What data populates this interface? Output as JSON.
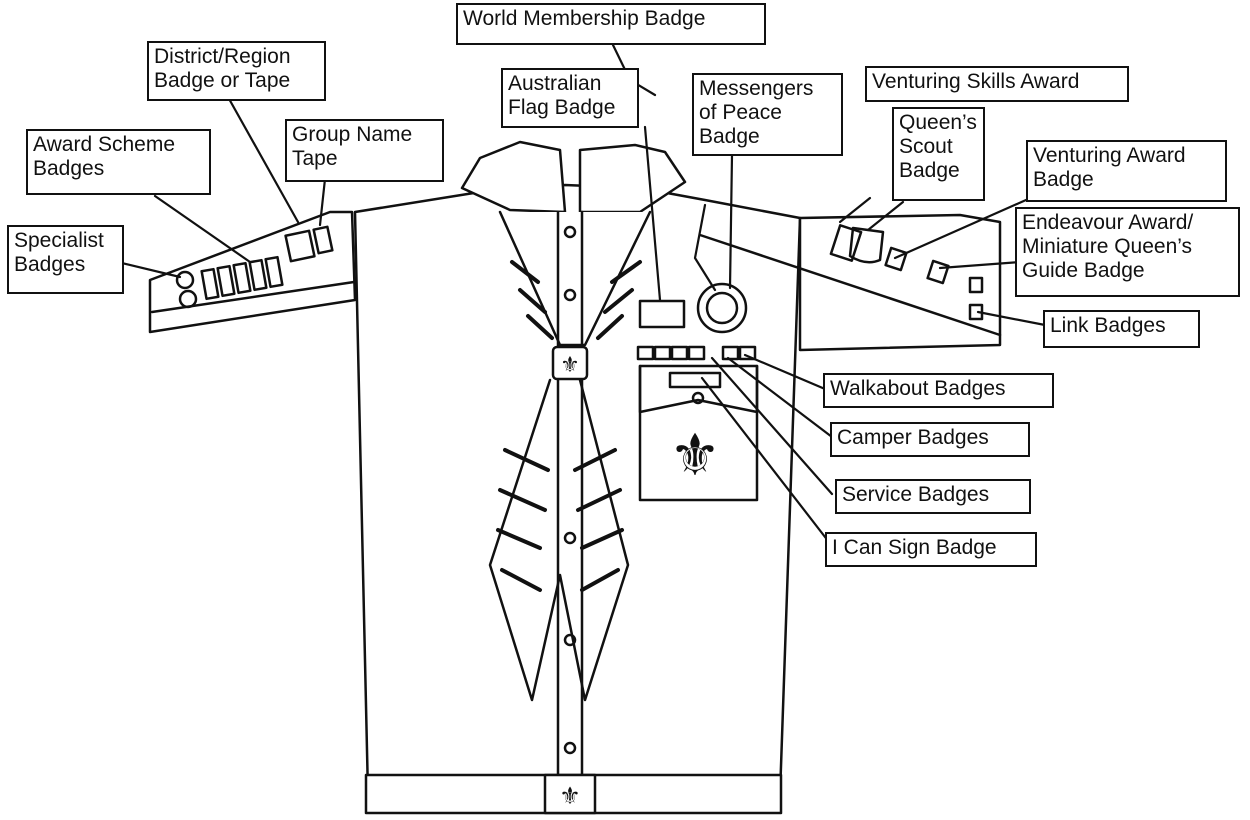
{
  "labels": {
    "world_membership": "World Membership Badge",
    "district_region": "District/Region\nBadge or Tape",
    "australian_flag": "Australian\nFlag Badge",
    "messengers_of_peace": "Messengers\nof Peace\nBadge",
    "venturing_skills": "Venturing Skills Award",
    "award_scheme": "Award Scheme\nBadges",
    "group_name_tape": "Group Name\nTape",
    "queens_scout": "Queen’s\nScout\nBadge",
    "venturing_award": "Venturing Award\nBadge",
    "specialist": "Specialist\nBadges",
    "endeavour_award": "Endeavour Award/\nMiniature Queen’s\nGuide Badge",
    "link": "Link Badges",
    "walkabout": "Walkabout Badges",
    "camper": "Camper Badges",
    "service": "Service Badges",
    "i_can_sign": "I Can Sign Badge"
  },
  "colors": {
    "ink": "#111111",
    "paper": "#ffffff"
  }
}
